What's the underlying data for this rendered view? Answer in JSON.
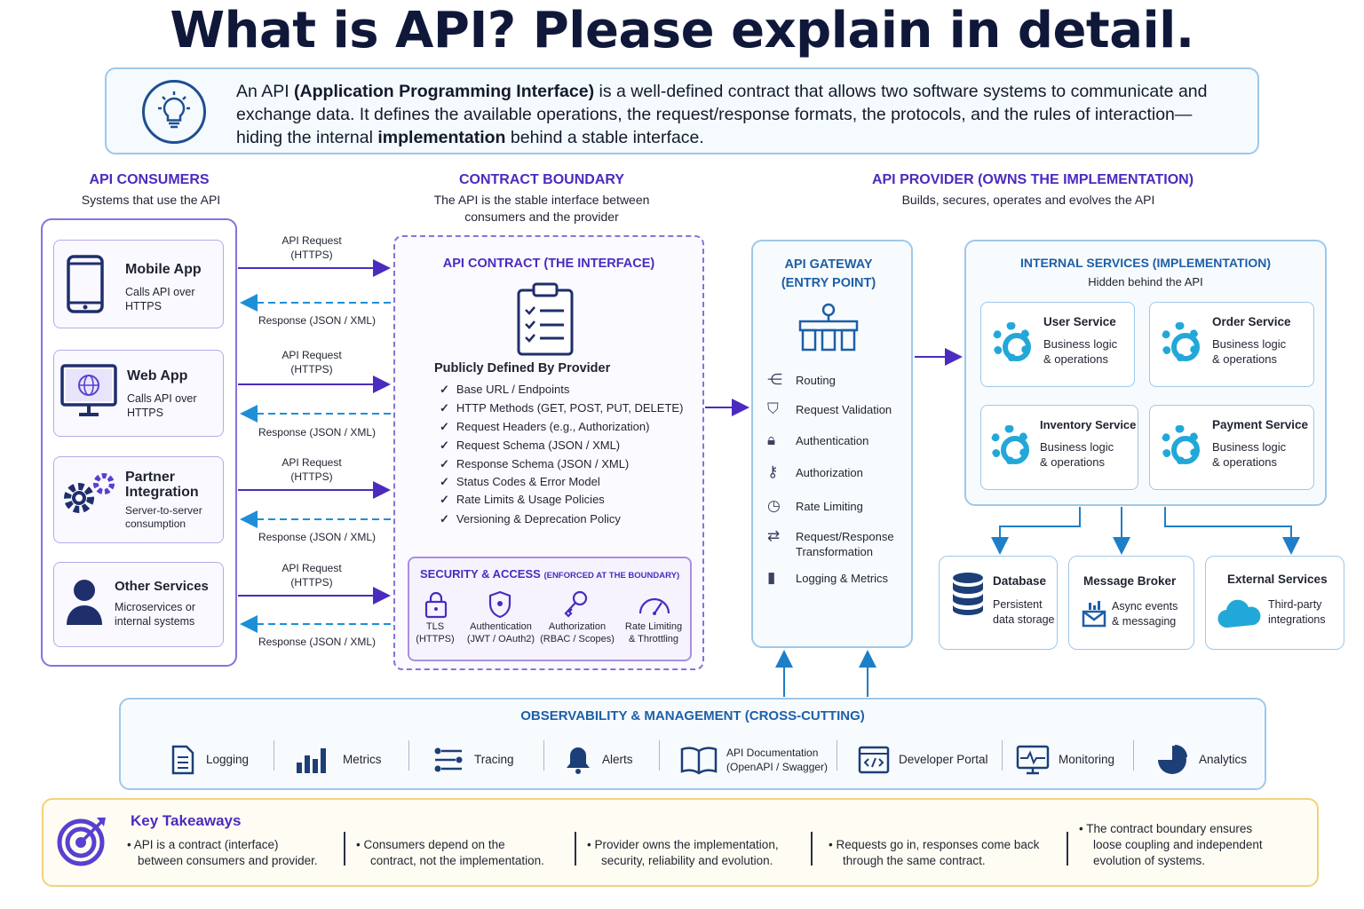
{
  "title": "What is API? Please explain in detail.",
  "intro": {
    "pre": "An API ",
    "bold1": "(Application Programming Interface)",
    "mid": " is a well-defined contract that allows two software systems to communicate and exchange data. It defines the available operations, the request/response formats, the protocols, and the rules of interaction—hiding the internal ",
    "bold2": "implementation",
    "post": " behind a stable interface."
  },
  "consumers": {
    "heading": "API CONSUMERS",
    "sub": "Systems that use the API",
    "cards": [
      {
        "title": "Mobile App",
        "sub1": "Calls API over",
        "sub2": "HTTPS"
      },
      {
        "title": "Web App",
        "sub1": "Calls API over",
        "sub2": "HTTPS"
      },
      {
        "title": "Partner",
        "title2": "Integration",
        "sub1": "Server-to-server",
        "sub2": "consumption"
      },
      {
        "title": "Other Services",
        "sub1": "Microservices or",
        "sub2": "internal systems"
      }
    ]
  },
  "flows": {
    "request1": "API Request",
    "request2": "(HTTPS)",
    "response": "Response (JSON / XML)"
  },
  "boundary": {
    "heading": "CONTRACT BOUNDARY",
    "sub1": "The API is the stable interface between",
    "sub2": "consumers and the provider"
  },
  "contract": {
    "heading": "API CONTRACT (THE INTERFACE)",
    "defined": "Publicly Defined By Provider",
    "items": [
      "Base URL / Endpoints",
      "HTTP Methods  (GET, POST, PUT, DELETE)",
      "Request Headers (e.g., Authorization)",
      "Request Schema (JSON / XML)",
      "Response Schema (JSON / XML)",
      "Status Codes & Error Model",
      "Rate Limits & Usage Policies",
      "Versioning & Deprecation Policy"
    ],
    "security": {
      "heading": "SECURITY & ACCESS",
      "heading_small": "(ENFORCED AT THE BOUNDARY)",
      "items": [
        {
          "l1": "TLS",
          "l2": "(HTTPS)"
        },
        {
          "l1": "Authentication",
          "l2": "(JWT / OAuth2)"
        },
        {
          "l1": "Authorization",
          "l2": "(RBAC / Scopes)"
        },
        {
          "l1": "Rate Limiting",
          "l2": "& Throttling"
        }
      ]
    }
  },
  "provider": {
    "heading": "API PROVIDER (OWNS THE IMPLEMENTATION)",
    "sub": "Builds, secures, operates and evolves the API"
  },
  "gateway": {
    "heading1": "API GATEWAY",
    "heading2": "(ENTRY POINT)",
    "items": [
      "Routing",
      "Request Validation",
      "Authentication",
      "Authorization",
      "Rate Limiting",
      "Request/Response",
      "Transformation",
      "Logging & Metrics"
    ]
  },
  "internal": {
    "heading": "INTERNAL SERVICES (IMPLEMENTATION)",
    "sub": "Hidden behind the API",
    "services": [
      {
        "title": "User Service",
        "s1": "Business logic",
        "s2": "& operations"
      },
      {
        "title": "Order Service",
        "s1": "Business logic",
        "s2": "& operations"
      },
      {
        "title": "Inventory Service",
        "s1": "Business logic",
        "s2": "& operations"
      },
      {
        "title": "Payment Service",
        "s1": "Business logic",
        "s2": "& operations"
      }
    ]
  },
  "stores": [
    {
      "title": "Database",
      "s1": "Persistent",
      "s2": "data storage"
    },
    {
      "title": "Message Broker",
      "s1": "Async events",
      "s2": "& messaging"
    },
    {
      "title": "External Services",
      "s1": "Third-party",
      "s2": "integrations"
    }
  ],
  "observability": {
    "heading": "OBSERVABILITY & MANAGEMENT (CROSS-CUTTING)",
    "items": [
      "Logging",
      "Metrics",
      "Tracing",
      "Alerts",
      "API Documentation",
      "(OpenAPI / Swagger)",
      "Developer Portal",
      "Monitoring",
      "Analytics"
    ]
  },
  "takeaways": {
    "heading": "Key Takeaways",
    "items": [
      {
        "l1": "•  API is a contract (interface)",
        "l2": "between consumers and provider."
      },
      {
        "l1": "•  Consumers depend on the",
        "l2": "contract, not the implementation."
      },
      {
        "l1": "•  Provider owns the implementation,",
        "l2": "security, reliability and evolution."
      },
      {
        "l1": "•  Requests go in, responses come back",
        "l2": "through the same contract."
      },
      {
        "l1": "•  The contract boundary ensures",
        "l2": "loose coupling and independent",
        "l3": "evolution of systems."
      }
    ]
  },
  "colors": {
    "purple": "#4b2bbf",
    "blue": "#1d5fa8",
    "cyan": "#22a8d8",
    "navy": "#10183a"
  }
}
